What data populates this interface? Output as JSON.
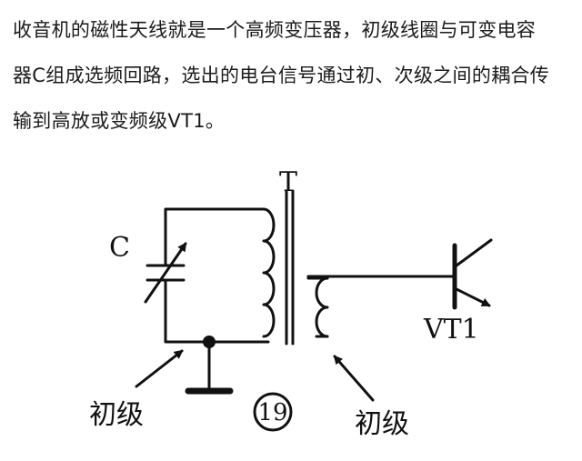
{
  "paragraph": {
    "lines": [
      "收音机的磁性天线就是一个高频变压器，初级线圈与可变电容",
      "器C组成选频回路，选出的电台信号通过初、次级之间的耦合传",
      "输到高放或变频级VT1。"
    ]
  },
  "diagram": {
    "transformer_label": "T",
    "capacitor_label": "C",
    "transistor_label": "VT1",
    "left_arrow_label": "初级",
    "right_arrow_label": "初级",
    "figure_number": "19"
  }
}
